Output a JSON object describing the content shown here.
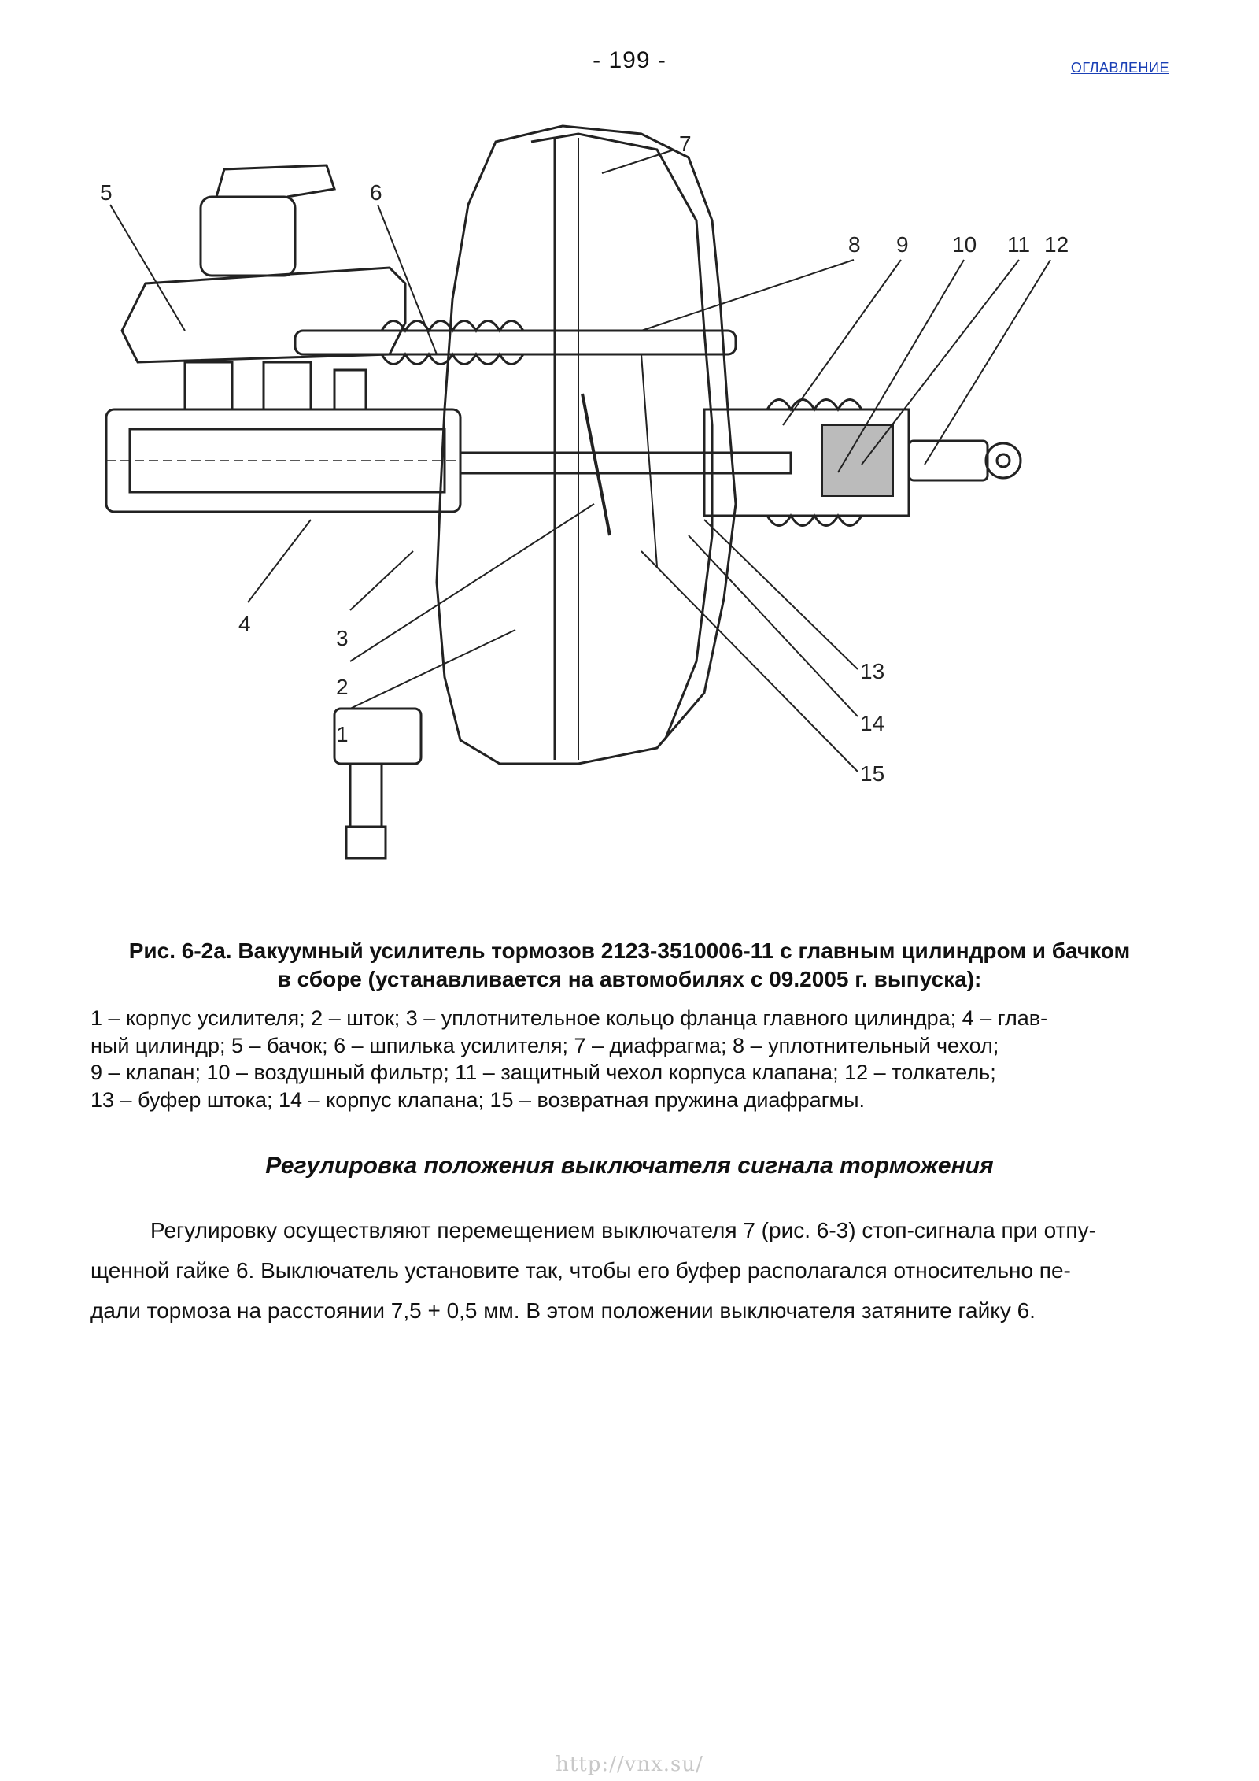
{
  "header": {
    "page_number": "- 199 -",
    "toc_link": "ОГЛАВЛЕНИЕ"
  },
  "figure": {
    "callouts": [
      "1",
      "2",
      "3",
      "4",
      "5",
      "6",
      "7",
      "8",
      "9",
      "10",
      "11",
      "12",
      "13",
      "14",
      "15"
    ]
  },
  "caption": {
    "title_line1": "Рис. 6-2а. Вакуумный усилитель тормозов 2123-3510006-11 с главным цилиндром и бачком",
    "title_line2": "в сборе (устанавливается на автомобилях с 09.2005 г. выпуска):",
    "legend_lines": [
      "1 – корпус усилителя; 2 – шток; 3 – уплотнительное кольцо фланца главного цилиндра; 4 – глав-",
      "ный цилиндр; 5 – бачок; 6 – шпилька усилителя; 7 – диафрагма; 8 – уплотнительный чехол;",
      "9 – клапан; 10 – воздушный фильтр; 11 – защитный чехол корпуса клапана; 12 – толкатель;",
      "13 – буфер штока; 14 – корпус клапана; 15 – возвратная пружина диафрагмы."
    ]
  },
  "section": {
    "heading": "Регулировка положения выключателя сигнала торможения",
    "paragraph_lines": [
      "Регулировку осуществляют перемещением выключателя 7 (рис. 6-3) стоп-сигнала при отпу-",
      "щенной гайке 6. Выключатель установите так, чтобы его буфер располагался относительно пе-",
      "дали тормоза на расстоянии 7,5 + 0,5 мм. В этом положении выключателя затяните гайку 6."
    ]
  },
  "footer": {
    "url": "http://vnx.su/"
  }
}
